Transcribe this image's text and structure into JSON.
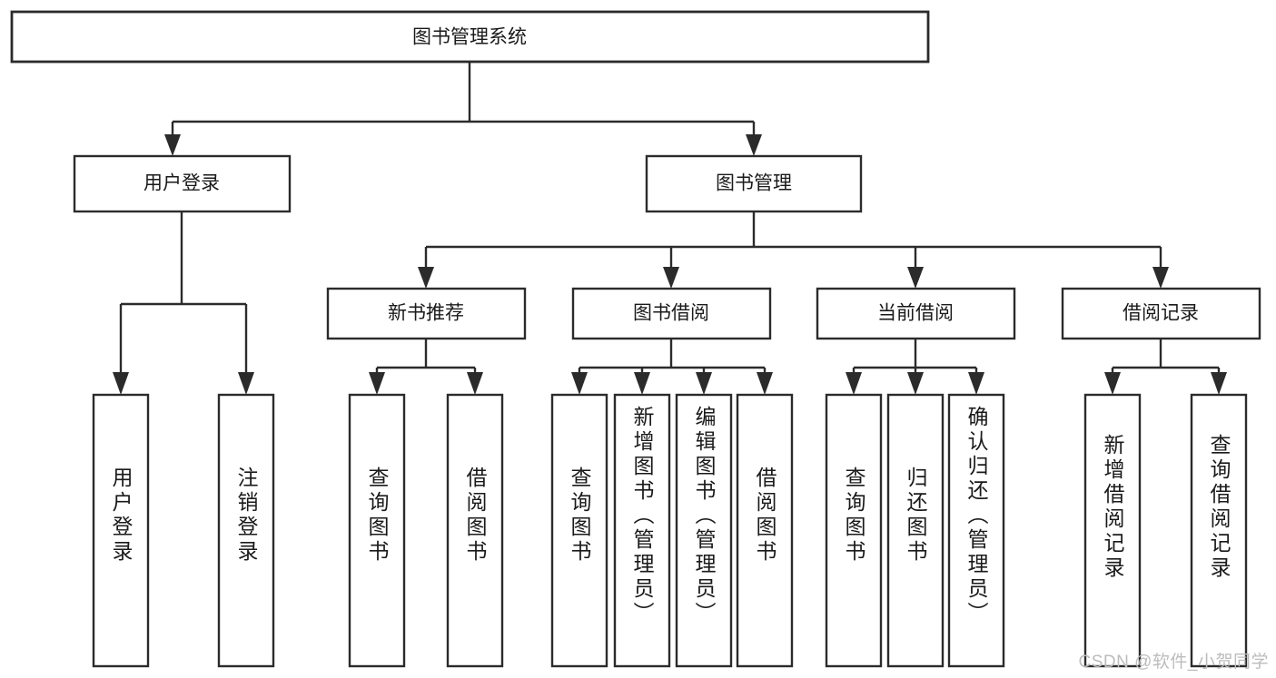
{
  "diagram": {
    "type": "tree-hierarchy",
    "title": "图书管理系统",
    "watermark": "CSDN @软件_小贺同学",
    "colors": {
      "background": "#ffffff",
      "stroke": "#2b2b2b",
      "text": "#1a1a1a",
      "watermark": "#bcbcbc"
    },
    "nodes": {
      "root": {
        "label": "图书管理系统",
        "level": 0,
        "orientation": "horizontal"
      },
      "level1": [
        {
          "id": "user-login",
          "label": "用户登录",
          "orientation": "horizontal"
        },
        {
          "id": "book-management",
          "label": "图书管理",
          "orientation": "horizontal"
        }
      ],
      "level2": [
        {
          "id": "new-book-recommend",
          "label": "新书推荐",
          "orientation": "horizontal",
          "parent": "book-management"
        },
        {
          "id": "book-borrow",
          "label": "图书借阅",
          "orientation": "horizontal",
          "parent": "book-management"
        },
        {
          "id": "current-borrow",
          "label": "当前借阅",
          "orientation": "horizontal",
          "parent": "book-management"
        },
        {
          "id": "borrow-record",
          "label": "借阅记录",
          "orientation": "horizontal",
          "parent": "book-management"
        }
      ],
      "leaves": [
        {
          "id": "leaf-user-login",
          "label": "用户登录",
          "orientation": "vertical",
          "parent": "user-login",
          "align": "middle"
        },
        {
          "id": "leaf-logout",
          "label": "注销登录",
          "orientation": "vertical",
          "parent": "user-login",
          "align": "middle"
        },
        {
          "id": "leaf-query-book-1",
          "label": "查询图书",
          "orientation": "vertical",
          "parent": "new-book-recommend",
          "align": "middle"
        },
        {
          "id": "leaf-borrow-book-1",
          "label": "借阅图书",
          "orientation": "vertical",
          "parent": "new-book-recommend",
          "align": "middle"
        },
        {
          "id": "leaf-query-book-2",
          "label": "查询图书",
          "orientation": "vertical",
          "parent": "book-borrow",
          "align": "middle"
        },
        {
          "id": "leaf-add-book",
          "label": "新增图书（管理员）",
          "orientation": "vertical",
          "parent": "book-borrow",
          "align": "start"
        },
        {
          "id": "leaf-edit-book",
          "label": "编辑图书（管理员）",
          "orientation": "vertical",
          "parent": "book-borrow",
          "align": "start"
        },
        {
          "id": "leaf-borrow-book-2",
          "label": "借阅图书",
          "orientation": "vertical",
          "parent": "book-borrow",
          "align": "middle"
        },
        {
          "id": "leaf-query-book-3",
          "label": "查询图书",
          "orientation": "vertical",
          "parent": "current-borrow",
          "align": "middle"
        },
        {
          "id": "leaf-return-book",
          "label": "归还图书",
          "orientation": "vertical",
          "parent": "current-borrow",
          "align": "middle"
        },
        {
          "id": "leaf-confirm-return",
          "label": "确认归还（管理员）",
          "orientation": "vertical",
          "parent": "current-borrow",
          "align": "start"
        },
        {
          "id": "leaf-add-record",
          "label": "新增借阅记录",
          "orientation": "vertical",
          "parent": "borrow-record",
          "align": "middle"
        },
        {
          "id": "leaf-query-record",
          "label": "查询借阅记录",
          "orientation": "vertical",
          "parent": "borrow-record",
          "align": "middle"
        }
      ]
    }
  }
}
